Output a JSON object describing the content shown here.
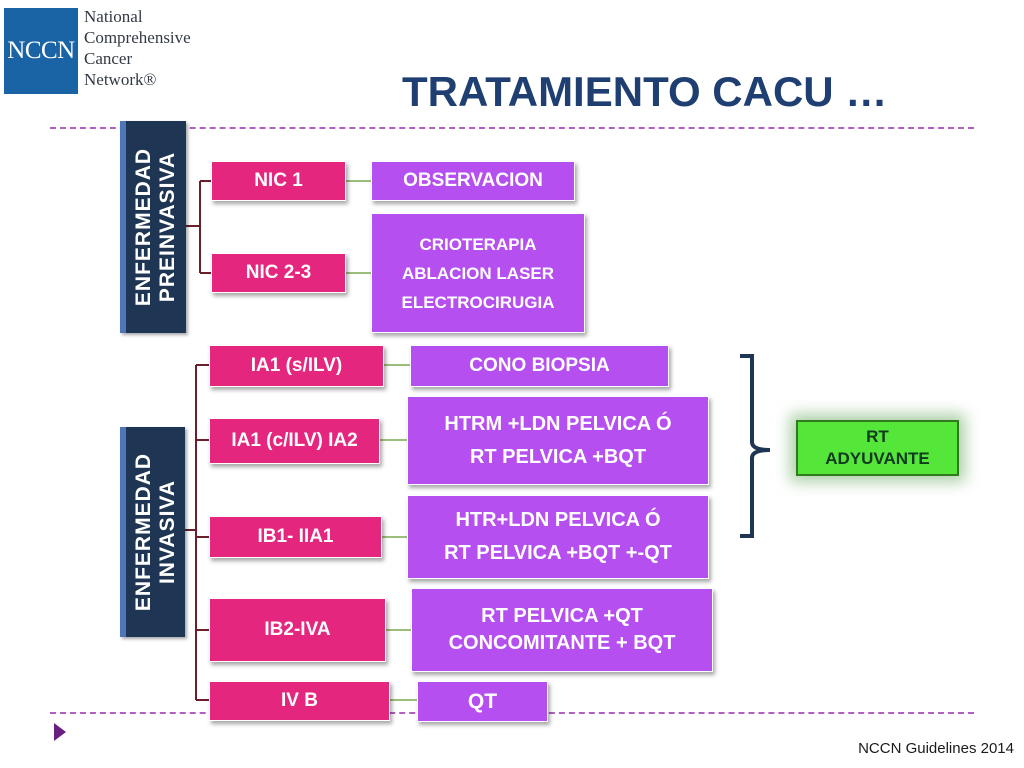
{
  "logo": {
    "acronym": "NCCN",
    "lines": [
      "National",
      "Comprehensive",
      "Cancer",
      "Network®"
    ]
  },
  "title": "TRATAMIENTO CACU …",
  "groups": {
    "preinvasive": {
      "line1": "ENFERMEDAD",
      "line2": "PREINVASIVA"
    },
    "invasive": {
      "line1": "ENFERMEDAD",
      "line2": "INVASIVA"
    }
  },
  "stages": {
    "nic1": "NIC 1",
    "nic23": "NIC 2-3",
    "ia1_silv": "IA1 (s/ILV)",
    "ia1_cilv": "IA1 (c/ILV)  IA2",
    "ib1": "IB1- IIA1",
    "ib2": "IB2-IVA",
    "ivb": "IV B"
  },
  "treatments": {
    "nic1": [
      "OBSERVACION"
    ],
    "nic23": [
      "CRIOTERAPIA",
      "ABLACION LASER",
      "ELECTROCIRUGIA"
    ],
    "ia1_silv": [
      "CONO BIOPSIA"
    ],
    "ia1_cilv": [
      "HTRM +LDN PELVICA Ó",
      "RT PELVICA +BQT"
    ],
    "ib1": [
      "HTR+LDN PELVICA Ó",
      "RT PELVICA +BQT +-QT"
    ],
    "ib2": [
      "RT PELVICA +QT",
      "CONCOMITANTE + BQT"
    ],
    "ivb": [
      "QT"
    ]
  },
  "adjuvant": {
    "line1": "RT",
    "line2": "ADYUVANTE"
  },
  "footer": "NCCN Guidelines  2014",
  "colors": {
    "stage": "#e5267f",
    "treatment": "#b64ff0",
    "group_band": "#1f3554",
    "adjuvant": "#55e63a",
    "title": "#1f3f73",
    "rule": "#b15fc0",
    "logo": "#1a64a6"
  }
}
